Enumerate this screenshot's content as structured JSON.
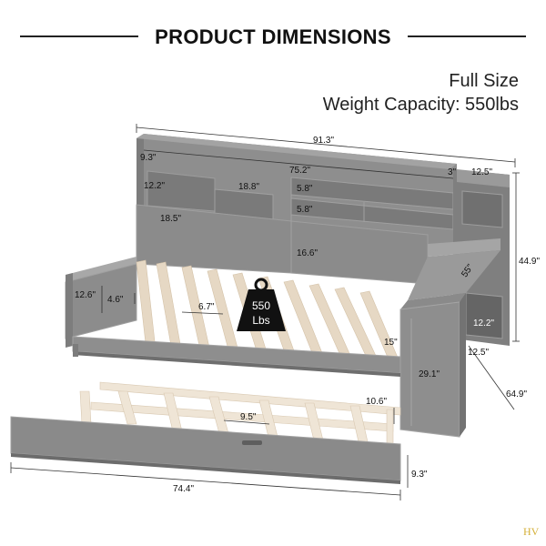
{
  "header": {
    "title": "PRODUCT DIMENSIONS",
    "size": "Full Size",
    "capacity": "Weight Capacity: 550lbs"
  },
  "badge": {
    "line1": "550",
    "line2": "Lbs"
  },
  "dimensions": {
    "overall_length": "91.3\"",
    "shelf_depth": "9.3\"",
    "inner_length": "75.2\"",
    "side_gap": "3\"",
    "tower_width": "12.5\"",
    "overall_height": "44.9\"",
    "top_shelf_height": "12.2\"",
    "cubby_width": "18.8\"",
    "shelf_h1": "5.8\"",
    "shelf_h2": "5.8\"",
    "lower_shelf_width": "18.5\"",
    "headboard_height": "16.6\"",
    "armrest_height": "12.6\"",
    "leg_gap": "4.6\"",
    "slat_gap": "6.7\"",
    "desk_length": "55\"",
    "tower_cubby_height": "12.2\"",
    "tower_cubby_width": "12.5\"",
    "bed_height": "15\"",
    "tower_height": "29.1\"",
    "overall_depth": "64.9\"",
    "trundle_gap": "10.6\"",
    "trundle_slat_gap": "9.5\"",
    "trundle_height": "9.3\"",
    "trundle_length": "74.4\""
  },
  "watermark": "HV",
  "colors": {
    "frame": "#8e8e8e",
    "frame_dark": "#6f6f6f",
    "frame_light": "#a8a8a8",
    "slat": "#e6d8c4",
    "badge": "#111111"
  }
}
